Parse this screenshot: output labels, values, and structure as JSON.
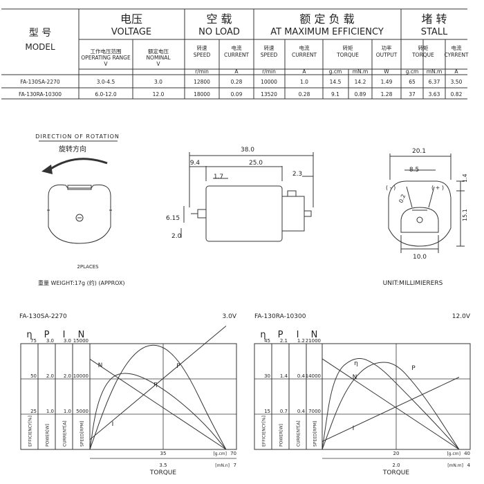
{
  "spec_table": {
    "model_cn": "型 号",
    "model_en": "MODEL",
    "voltage_cn": "电压",
    "voltage_en": "VOLTAGE",
    "noload_cn": "空 载",
    "noload_en": "NO LOAD",
    "maxeff_cn": "额 定 负 载",
    "maxeff_en": "AT MAXIMUM EFFICIENCY",
    "stall_cn": "堵 转",
    "stall_en": "STALL",
    "sub_headers": [
      {
        "cn": "工作电压范围",
        "en": "OPERATING RANGE",
        "unit": "V"
      },
      {
        "cn": "额定电压",
        "en": "NOMINAL",
        "unit": "V"
      },
      {
        "cn": "转速",
        "en": "SPEED",
        "unit": "r/min"
      },
      {
        "cn": "电流",
        "en": "CURRENT",
        "unit": "A"
      },
      {
        "cn": "转速",
        "en": "SPEED",
        "unit": "r/min"
      },
      {
        "cn": "电流",
        "en": "CURRENT",
        "unit": "A"
      },
      {
        "cn": "转矩",
        "en": "TORQUE",
        "unit1": "g.cm",
        "unit2": "mN.m"
      },
      {
        "cn": "功率",
        "en": "OUTPUT",
        "unit": "W"
      },
      {
        "cn": "转矩",
        "en": "TORQUE",
        "unit1": "g.cm",
        "unit2": "mN.m"
      },
      {
        "cn": "电流",
        "en": "CYRRENT",
        "unit": "A"
      }
    ],
    "rows": [
      [
        "FA-130SA-2270",
        "3.0-4.5",
        "3.0",
        "12800",
        "0.28",
        "10000",
        "1.0",
        "14.5",
        "14.2",
        "1.49",
        "65",
        "6.37",
        "3.50"
      ],
      [
        "FA-130RA-10300",
        "6.0-12.0",
        "12.0",
        "18000",
        "0.09",
        "13520",
        "0.28",
        "9.1",
        "0.89",
        "1.28",
        "37",
        "3.63",
        "0.82"
      ]
    ]
  },
  "drawings": {
    "rotation_title": "DIRECTION OF ROTATION",
    "rotation_cn": "旋转方向",
    "places": "2PLACES",
    "weight": "重量 WEIGHT:17g (约) (APPROX)",
    "unit": "UNIT:MILLIMIERERS",
    "dims": {
      "len": "38.0",
      "d94": "9.4",
      "d250": "25.0",
      "d17": "1.7",
      "d23": "2.3",
      "d615": "6.15",
      "d20": "2.0",
      "d201": "20.1",
      "d85": "8.5",
      "d14": "1.4",
      "d151": "15.1",
      "d02": "0.2",
      "d100": "10.0",
      "minus": "( - )",
      "plus": "( + )"
    }
  },
  "charts": [
    {
      "title": "FA-130SA-2270",
      "voltage": "3.0V",
      "axis_heads": [
        "η",
        "P",
        "I",
        "N"
      ],
      "eff_ticks": [
        "75",
        "50",
        "25"
      ],
      "pow_ticks": [
        "3.0",
        "2.0",
        "1.0"
      ],
      "cur_ticks": [
        "3.0",
        "2.0",
        "1.0"
      ],
      "spd_ticks": [
        "15000",
        "10000",
        "5000"
      ],
      "axis_names": [
        "EFFICIENCY[%]",
        "POWER[W]",
        "CURRENT[A]",
        "SPEED[RPM]"
      ],
      "x_top": "35",
      "x_top_unit": "[g.cm]",
      "x_top_end": "70",
      "x_bot": "3.5",
      "x_bot_unit": "[mN.n]",
      "x_bot_end": "7",
      "xlabel": "TORQUE",
      "curve_labels": {
        "N": "N",
        "P": "P",
        "eta": "η",
        "I": "I"
      }
    },
    {
      "title": "FA-130RA-10300",
      "voltage": "12.0V",
      "axis_heads": [
        "η",
        "P",
        "I",
        "N"
      ],
      "eff_ticks": [
        "45",
        "30",
        "15"
      ],
      "pow_ticks": [
        "2.1",
        "1.4",
        "0.7"
      ],
      "cur_ticks": [
        "1.2",
        "0.4",
        "0.4"
      ],
      "spd_ticks": [
        "21000",
        "14000",
        "7000"
      ],
      "axis_names": [
        "EFFICIENCY[%]",
        "POWER[W]",
        "CURRENT[A]",
        "SPEED[RPM]"
      ],
      "x_top": "20",
      "x_top_unit": "[g.cm]",
      "x_top_end": "40",
      "x_bot": "2.0",
      "x_bot_unit": "[mN.m]",
      "x_bot_end": "4",
      "xlabel": "TORQUE",
      "curve_labels": {
        "N": "N",
        "P": "P",
        "eta": "η",
        "I": "I"
      }
    }
  ],
  "chart_data": [
    {
      "type": "line",
      "title": "FA-130SA-2270",
      "xlabel": "TORQUE",
      "x_unit": "g.cm",
      "xlim": [
        0,
        70
      ],
      "series": [
        {
          "name": "N",
          "unit": "RPM",
          "x": [
            0,
            65
          ],
          "y": [
            12800,
            0
          ]
        },
        {
          "name": "I",
          "unit": "A",
          "x": [
            0,
            65
          ],
          "y": [
            0.28,
            3.5
          ]
        },
        {
          "name": "P",
          "unit": "W",
          "x": [
            0,
            8,
            16,
            24,
            32,
            40,
            48,
            56,
            65
          ],
          "y": [
            0,
            1.35,
            2.34,
            2.88,
            3.0,
            2.7,
            2.0,
            1.0,
            0
          ]
        },
        {
          "name": "η",
          "unit": "%",
          "x": [
            0,
            3,
            8,
            14.5,
            25,
            40,
            55,
            65
          ],
          "y": [
            0,
            30,
            48,
            55,
            52,
            38,
            18,
            0
          ]
        }
      ],
      "y_axes": {
        "η": [
          0,
          75
        ],
        "P": [
          0,
          3.0
        ],
        "I": [
          0,
          3.0
        ],
        "N": [
          0,
          15000
        ]
      }
    },
    {
      "type": "line",
      "title": "FA-130RA-10300",
      "xlabel": "TORQUE",
      "x_unit": "g.cm",
      "xlim": [
        0,
        40
      ],
      "series": [
        {
          "name": "N",
          "unit": "RPM",
          "x": [
            0,
            37
          ],
          "y": [
            18000,
            0
          ]
        },
        {
          "name": "I",
          "unit": "A",
          "x": [
            0,
            37
          ],
          "y": [
            0.09,
            0.82
          ]
        },
        {
          "name": "P",
          "unit": "W",
          "x": [
            0,
            5,
            10,
            15,
            20,
            25,
            30,
            37
          ],
          "y": [
            0,
            1.0,
            1.55,
            1.75,
            1.7,
            1.3,
            0.8,
            0
          ]
        },
        {
          "name": "η",
          "unit": "%",
          "x": [
            0,
            3,
            9.1,
            15,
            22,
            30,
            37
          ],
          "y": [
            0,
            32,
            40,
            36,
            25,
            12,
            0
          ]
        }
      ],
      "y_axes": {
        "η": [
          0,
          45
        ],
        "P": [
          0,
          2.1
        ],
        "I": [
          0,
          1.2
        ],
        "N": [
          0,
          21000
        ]
      }
    }
  ]
}
